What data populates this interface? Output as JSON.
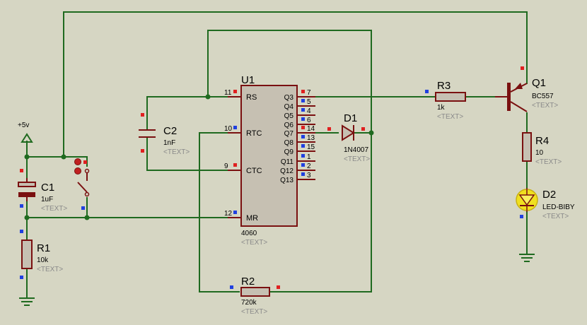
{
  "power": {
    "label": "+5v"
  },
  "components": {
    "U1": {
      "ref": "U1",
      "value": "4060",
      "text": "<TEXT>"
    },
    "C1": {
      "ref": "C1",
      "value": "1uF",
      "text": "<TEXT>"
    },
    "C2": {
      "ref": "C2",
      "value": "1nF",
      "text": "<TEXT>"
    },
    "R1": {
      "ref": "R1",
      "value": "10k",
      "text": "<TEXT>"
    },
    "R2": {
      "ref": "R2",
      "value": "720k",
      "text": "<TEXT>"
    },
    "R3": {
      "ref": "R3",
      "value": "1k",
      "text": "<TEXT>"
    },
    "R4": {
      "ref": "R4",
      "value": "10",
      "text": "<TEXT>"
    },
    "D1": {
      "ref": "D1",
      "value": "1N4007",
      "text": "<TEXT>"
    },
    "D2": {
      "ref": "D2",
      "value": "LED-BIBY",
      "text": "<TEXT>"
    },
    "Q1": {
      "ref": "Q1",
      "value": "BC557",
      "text": "<TEXT>"
    }
  },
  "u1_pins_left": [
    {
      "num": "11",
      "name": "RS"
    },
    {
      "num": "10",
      "name": "RTC"
    },
    {
      "num": "9",
      "name": "CTC"
    },
    {
      "num": "12",
      "name": "MR"
    }
  ],
  "u1_pins_right": [
    {
      "num": "7",
      "name": "Q3"
    },
    {
      "num": "5",
      "name": "Q4"
    },
    {
      "num": "4",
      "name": "Q5"
    },
    {
      "num": "6",
      "name": "Q6"
    },
    {
      "num": "14",
      "name": "Q7"
    },
    {
      "num": "13",
      "name": "Q8"
    },
    {
      "num": "15",
      "name": "Q9"
    },
    {
      "num": "1",
      "name": "Q11"
    },
    {
      "num": "2",
      "name": "Q12"
    },
    {
      "num": "3",
      "name": "Q13"
    }
  ]
}
